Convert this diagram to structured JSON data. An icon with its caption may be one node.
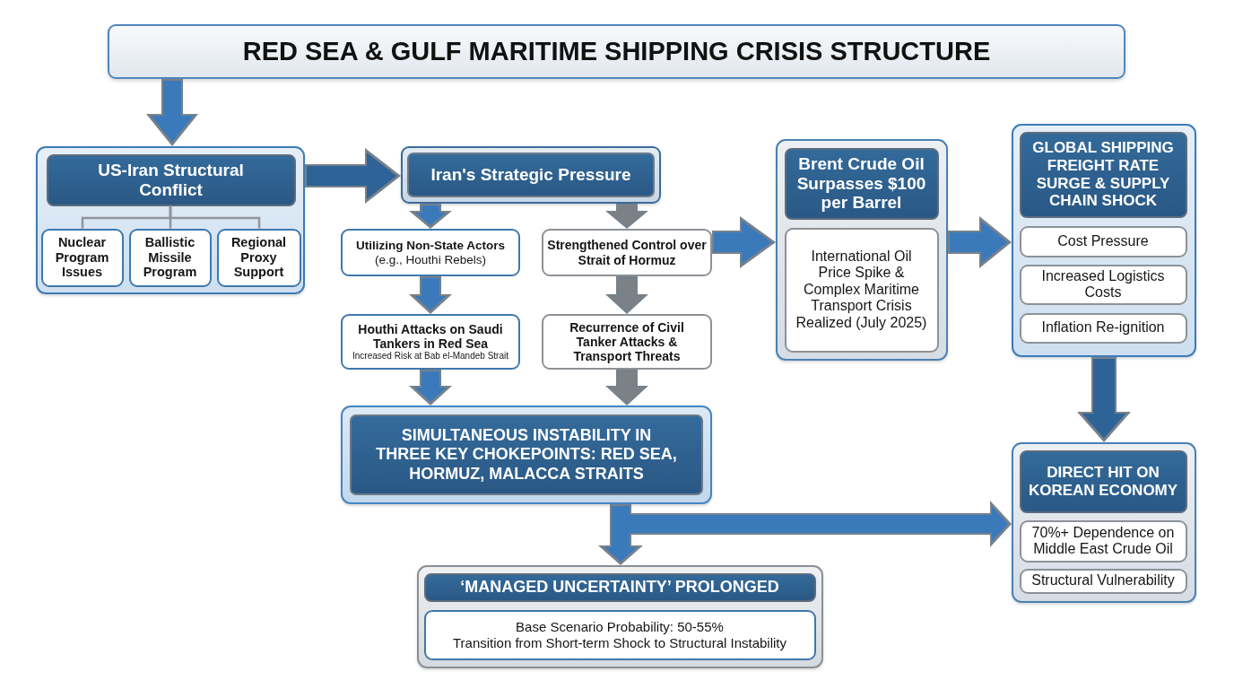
{
  "diagram": {
    "nodes": [
      {
        "text": [
          "RED SEA & GULF MARITIME SHIPPING CRISIS STRUCTURE"
        ]
      },
      {
        "text": [],
        "shape": "box"
      },
      {
        "text": [
          "US-Iran Structural Conflict"
        ],
        "in": 1
      },
      {
        "text": [
          "Nuclear Program Issues"
        ],
        "in": 1
      },
      {
        "text": [
          "Ballistic Missile Program"
        ],
        "in": 1
      },
      {
        "text": [
          "Regional Proxy Support"
        ],
        "in": 1
      },
      {
        "text": [
          "Iran's Strategic Pressure"
        ]
      },
      {
        "text": [
          "**Utilizing Non-State Actors** (e.g., Houthi Rebels)"
        ]
      },
      {
        "text": [
          "Strengthened Control over Strait of Hormuz"
        ]
      },
      {
        "text": [
          "Houthi Attacks on Saudi Tankers in Red Sea",
          "Increased Risk at Bab el-Mandeb Strait"
        ]
      },
      {
        "text": [
          "Recurrence of Civil Tanker Attacks & Transport Threats"
        ]
      },
      {
        "text": [
          "SIMULTANEOUS INSTABILITY IN THREE KEY CHOKEPOINTS: RED SEA, HORMUZ, MALACCA STRAITS"
        ]
      },
      {
        "text": [],
        "shape": "box"
      },
      {
        "text": [
          "Brent Crude Oil Surpasses $100 per Barrel"
        ],
        "in": 12
      },
      {
        "text": [
          "International Oil Price Spike & Complex Maritime Transport Crisis Realized (July 2025)"
        ],
        "in": 12
      },
      {
        "text": [],
        "shape": "box"
      },
      {
        "text": [
          "GLOBAL SHIPPING FREIGHT RATE SURGE & SUPPLY CHAIN SHOCK"
        ],
        "in": 15
      },
      {
        "text": [
          "Cost Pressure"
        ],
        "in": 15
      },
      {
        "text": [
          "Increased Logistics Costs"
        ],
        "in": 15
      },
      {
        "text": [
          "Inflation Re-ignition"
        ],
        "in": 15
      },
      {
        "text": [],
        "shape": "box"
      },
      {
        "text": [
          "DIRECT HIT ON KOREAN ECONOMY"
        ],
        "in": 20
      },
      {
        "text": [
          "70%+ Dependence on Middle East Crude Oil"
        ],
        "in": 20
      },
      {
        "text": [
          "Structural Vulnerability"
        ],
        "in": 20
      },
      {
        "text": [],
        "shape": "box"
      },
      {
        "text": [
          "‘MANAGED UNCERTAINTY’ PROLONGED"
        ],
        "in": 24
      },
      {
        "text": [
          "Base Scenario Probability: 50-55%",
          "Transition from Short-term Shock to Structural Instability"
        ],
        "in": 24
      }
    ],
    "edges": [
      {
        "from": 0,
        "to": 1,
        "arrow": "to"
      },
      {
        "from": 2,
        "to": 3,
        "arrow": "none",
        "color": "#8e959c"
      },
      {
        "from": 2,
        "to": 4,
        "arrow": "none",
        "color": "#8e959c"
      },
      {
        "from": 2,
        "to": 5,
        "arrow": "none",
        "color": "#8e959c"
      },
      {
        "from": 1,
        "to": 6,
        "arrow": "to",
        "color": "#2f6497"
      },
      {
        "from": 6,
        "to": 7,
        "arrow": "to"
      },
      {
        "from": 6,
        "to": 8,
        "arrow": "to",
        "color": "#7b8087"
      },
      {
        "from": 7,
        "to": 9,
        "arrow": "to"
      },
      {
        "from": 8,
        "to": 10,
        "arrow": "to",
        "color": "#7b8087"
      },
      {
        "from": 9,
        "to": 11,
        "arrow": "to"
      },
      {
        "from": 10,
        "to": 11,
        "arrow": "to",
        "color": "#7b8087"
      },
      {
        "from": 8,
        "to": 12,
        "arrow": "to"
      },
      {
        "from": 12,
        "to": 15,
        "arrow": "to"
      },
      {
        "from": 15,
        "to": 20,
        "arrow": "to",
        "color": "#2f6497"
      },
      {
        "from": 11,
        "to": 24,
        "arrow": "to"
      },
      {
        "from": 11,
        "to": 20,
        "arrow": "to"
      }
    ]
  }
}
